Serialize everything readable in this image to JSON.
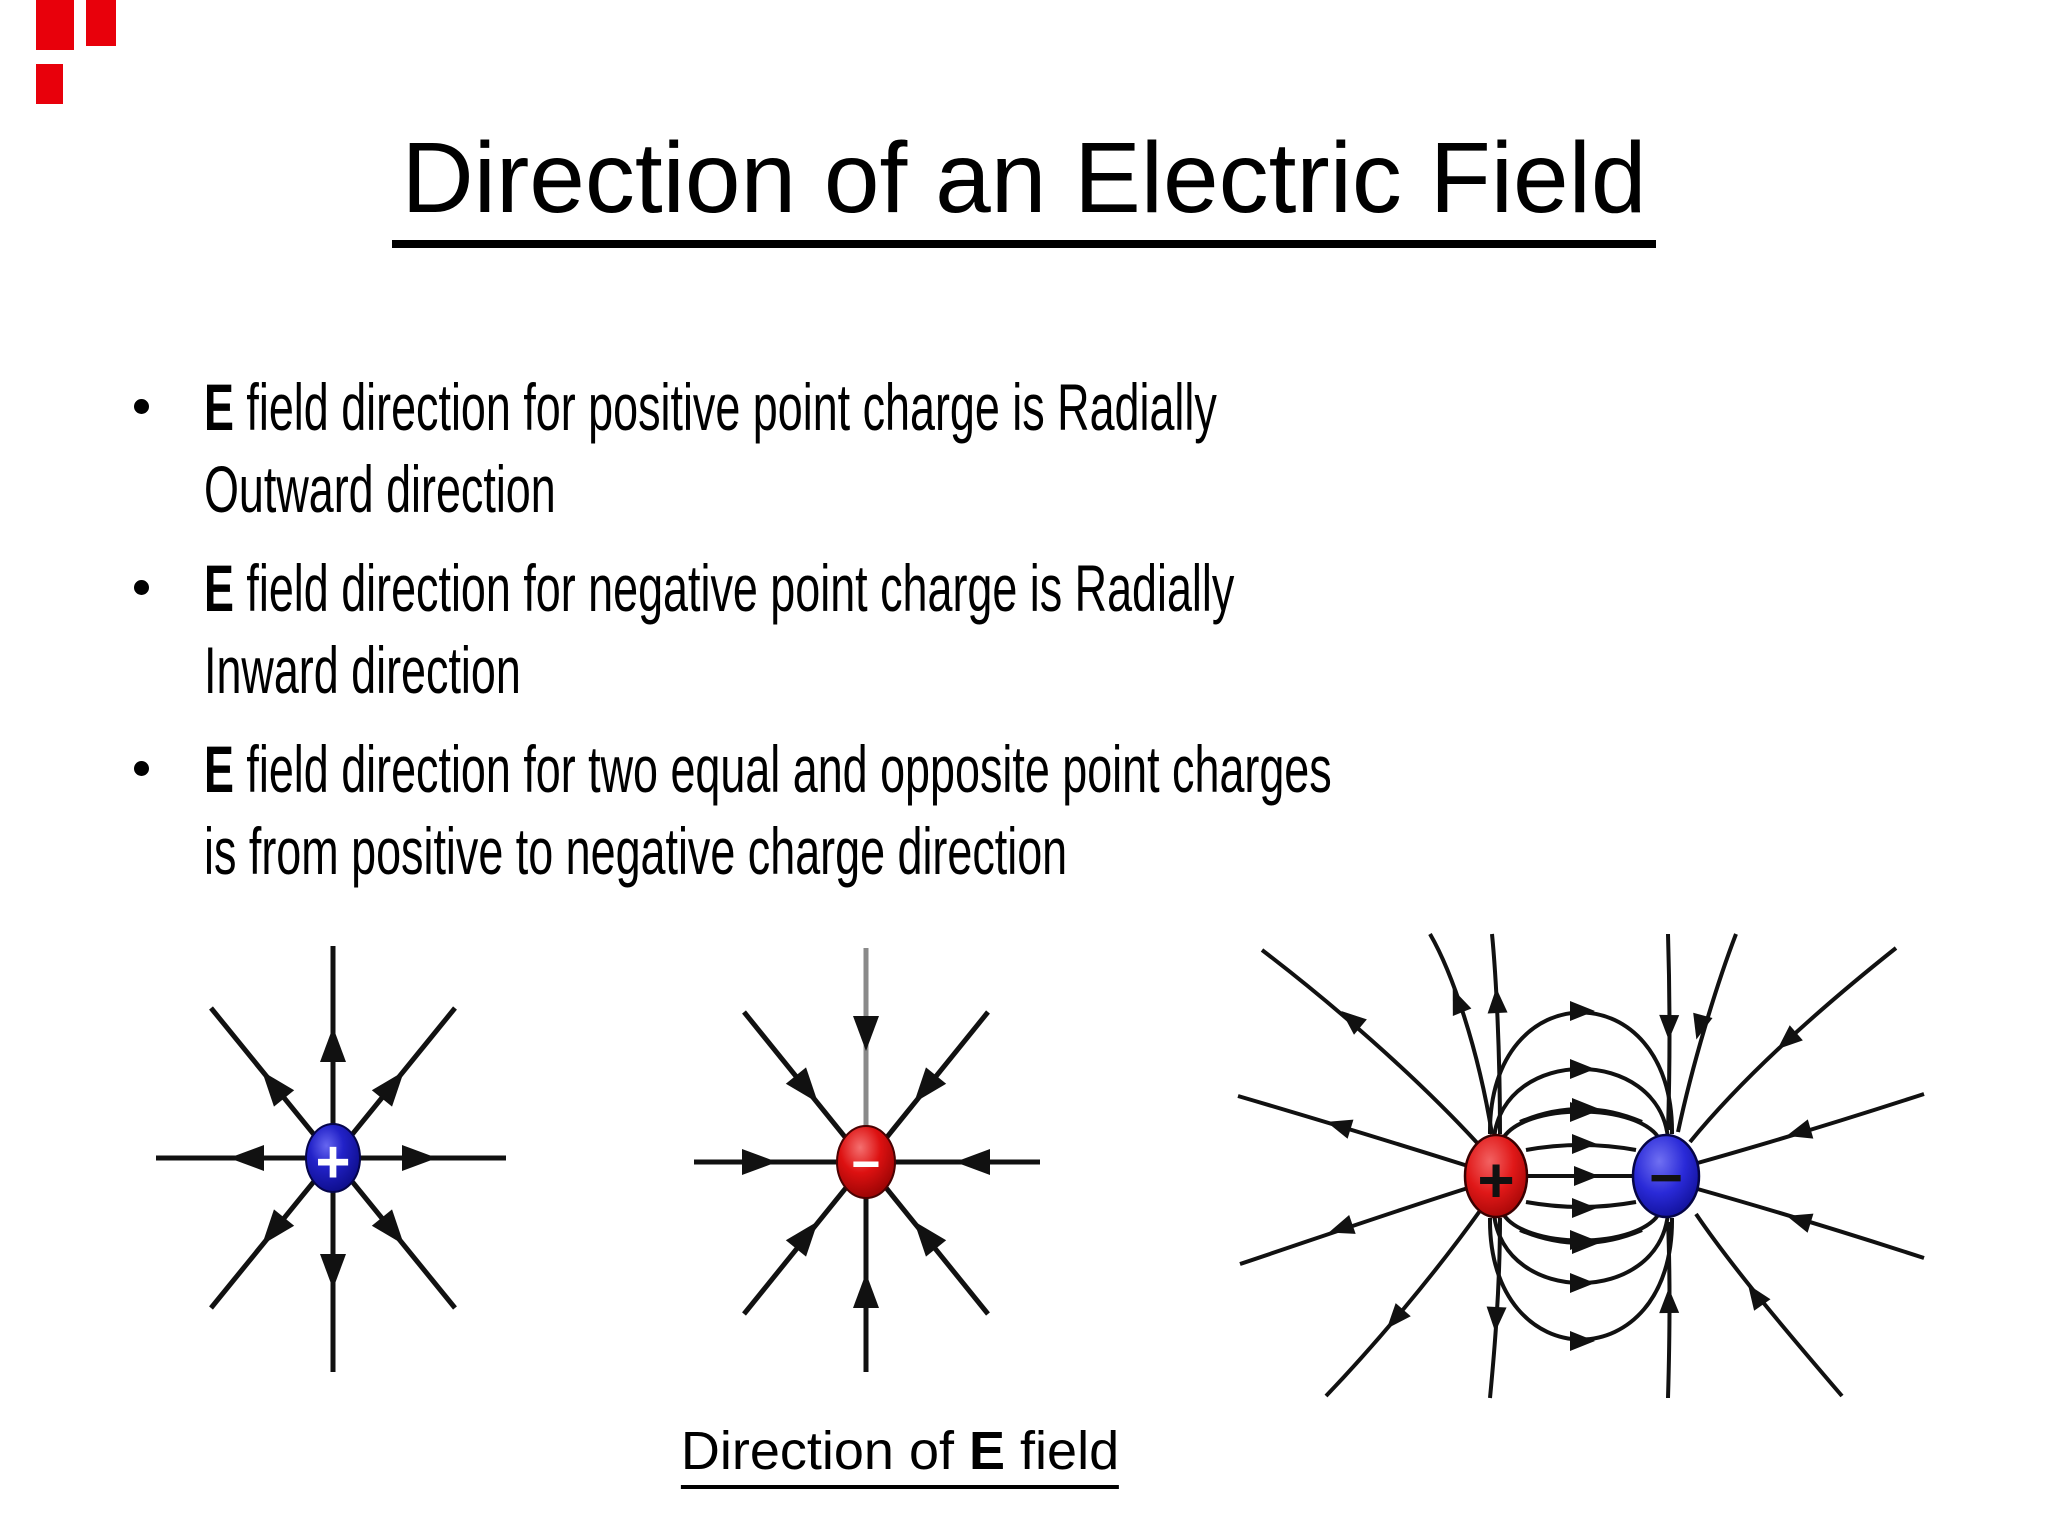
{
  "slide": {
    "title": "Direction of an Electric Field",
    "bullets": [
      {
        "bold": "E",
        "rest_line1": " field direction for positive point charge is Radially",
        "line2": "Outward direction"
      },
      {
        "bold": "E",
        "rest_line1": " field direction for negative point charge is Radially",
        "line2": "Inward direction"
      },
      {
        "bold": "E",
        "rest_line1": " field direction for two equal and opposite point charges",
        "line2": "is from positive to negative charge direction"
      }
    ],
    "caption": {
      "prefix": "Direction of ",
      "bold": "E",
      "suffix": " field"
    },
    "diagrams": {
      "positive_charge": {
        "sign": "+",
        "ball_color": "#2222c8"
      },
      "negative_charge": {
        "sign": "−",
        "ball_color": "#dd1111"
      },
      "dipole": {
        "plus_sign": "+",
        "minus_sign": "−",
        "plus_color": "#e01818",
        "minus_color": "#2a2ad8"
      }
    },
    "colors": {
      "corner_mark": "#e8000b",
      "field_line": "#111111"
    }
  }
}
